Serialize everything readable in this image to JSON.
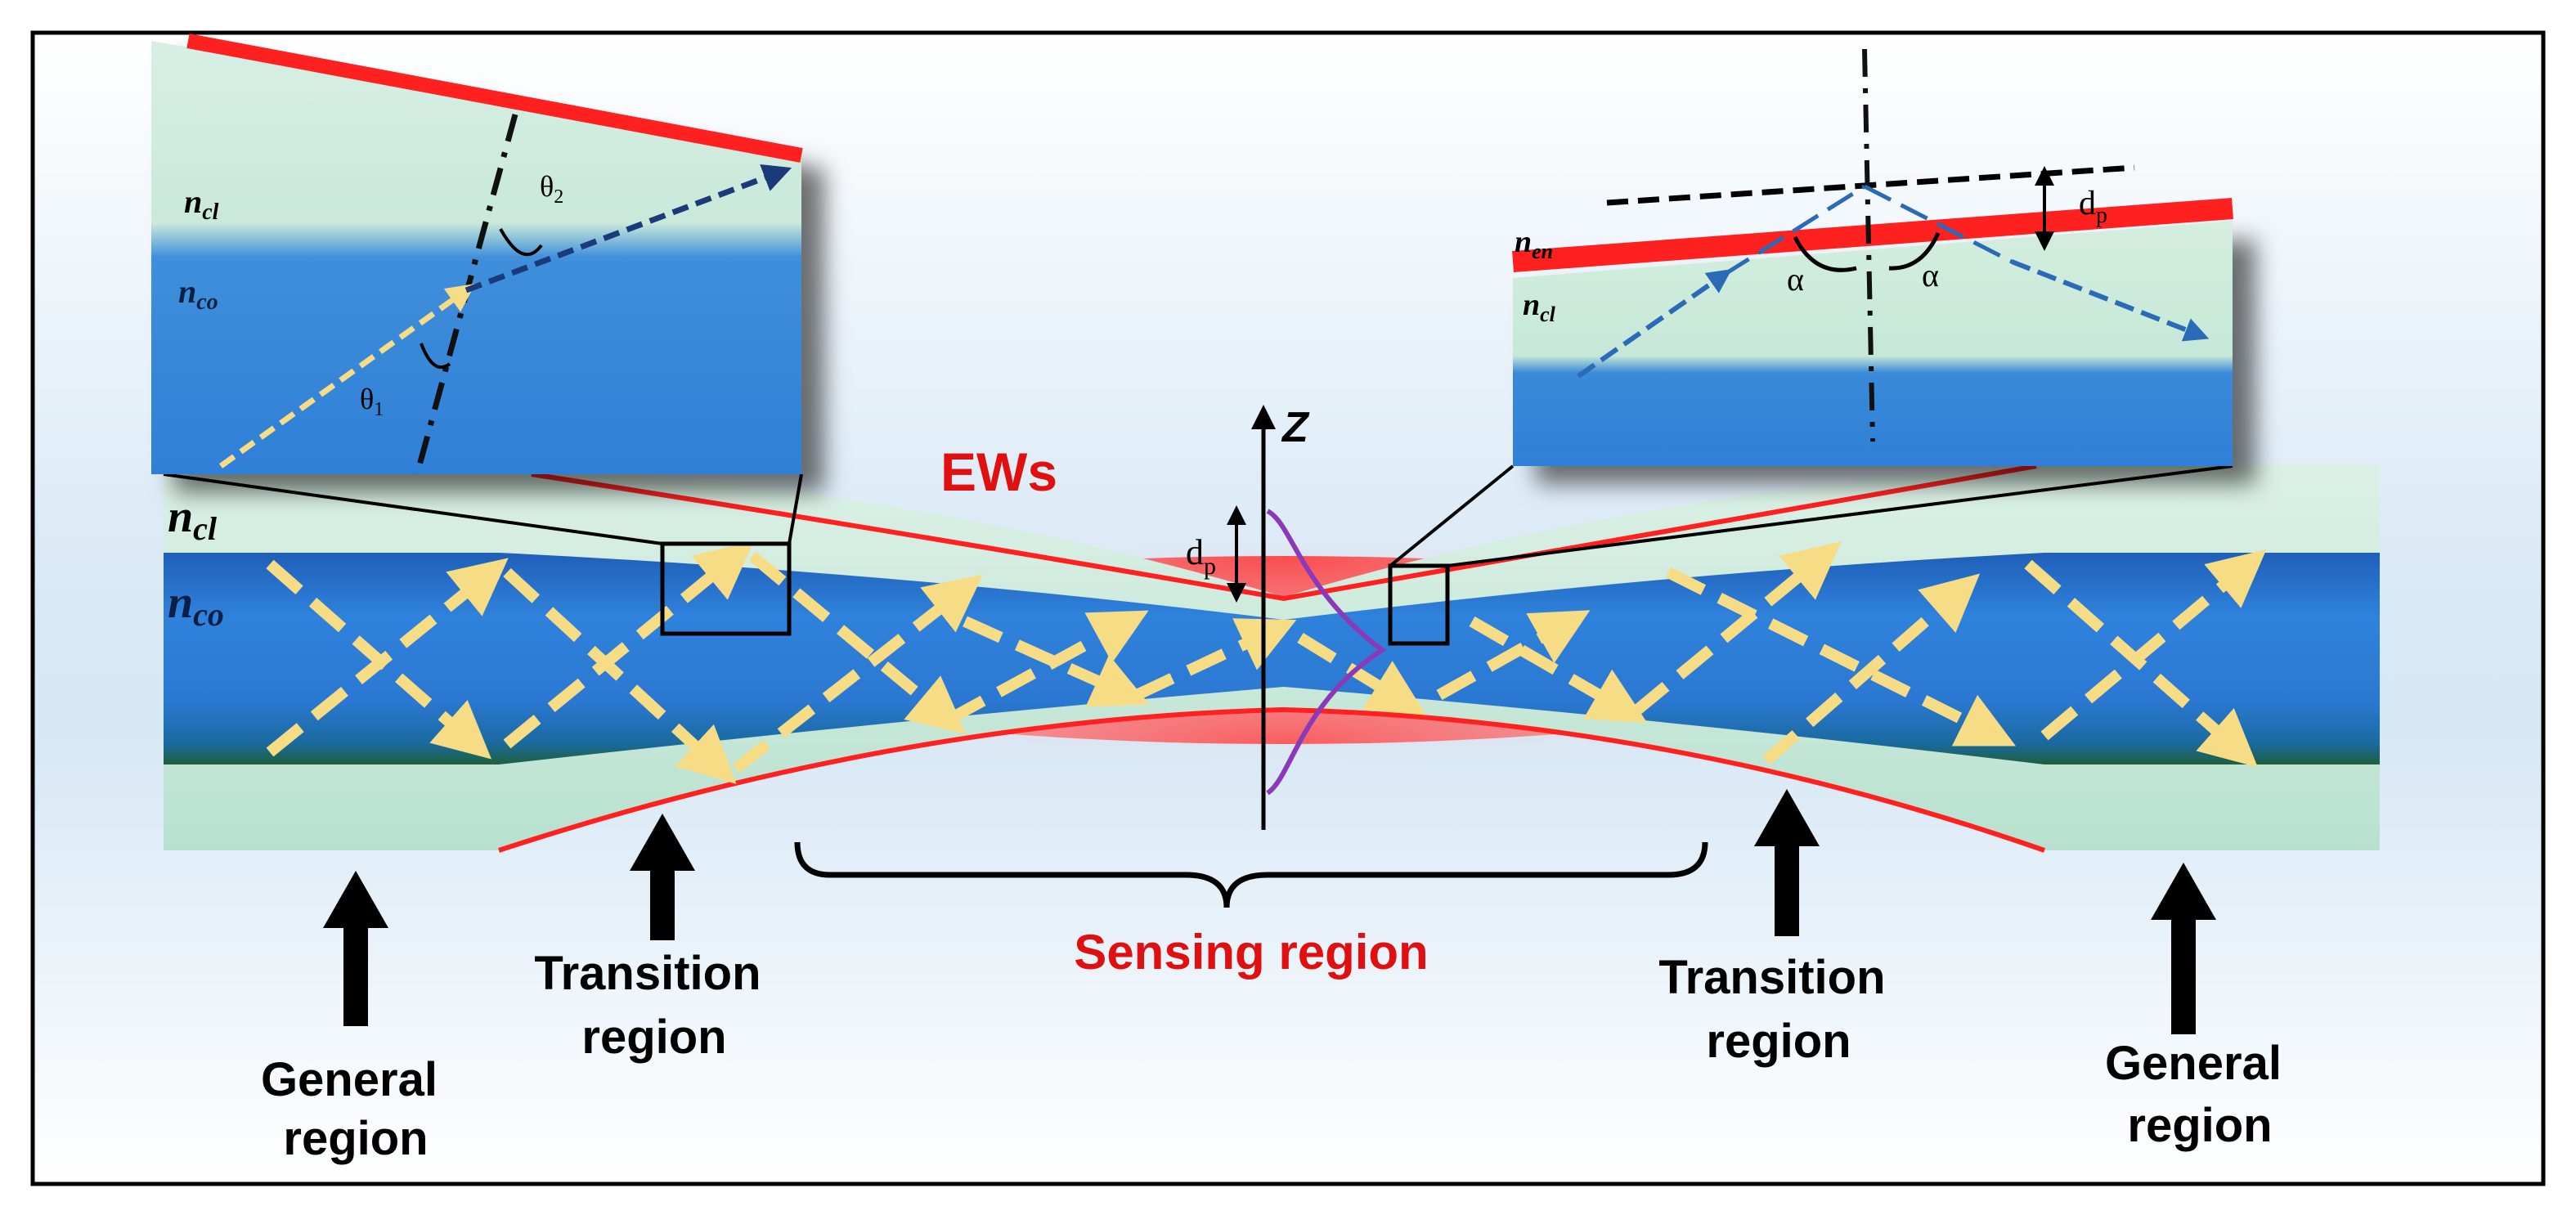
{
  "labels": {
    "ews": "EWs",
    "z_axis": "Z",
    "dp_main_sym": "d",
    "dp_main_sub": "p",
    "n_cl_main_sym": "n",
    "n_cl_main_sub": "cl",
    "n_co_main_sym": "n",
    "n_co_main_sub": "co",
    "sensing_region": "Sensing region",
    "left_general_line1": "General",
    "left_general_line2": "region",
    "left_transition_line1": "Transition",
    "left_transition_line2": "region",
    "right_transition_line1": "Transition",
    "right_transition_line2": "region",
    "right_general_line1": "General",
    "right_general_line2": "region"
  },
  "inset_left": {
    "n_cl_sym": "n",
    "n_cl_sub": "cl",
    "n_co_sym": "n",
    "n_co_sub": "co",
    "theta1_sym": "θ",
    "theta1_sub": "1",
    "theta2_sym": "θ",
    "theta2_sub": "2"
  },
  "inset_right": {
    "n_en_sym": "n",
    "n_en_sub": "en",
    "n_cl_sym": "n",
    "n_cl_sub": "cl",
    "alpha_left": "α",
    "alpha_right": "α",
    "dp_sym": "d",
    "dp_sub": "p"
  },
  "colors": {
    "core_blue": "#2f7fd8",
    "cladding_green": "#c8eadb",
    "evanescent_red": "#ff2020",
    "ray_yellow": "#f7dc86",
    "ray_dark": "#1b3a7a",
    "label_red": "#e01010",
    "gaussian_purple": "#8a3ab9"
  }
}
